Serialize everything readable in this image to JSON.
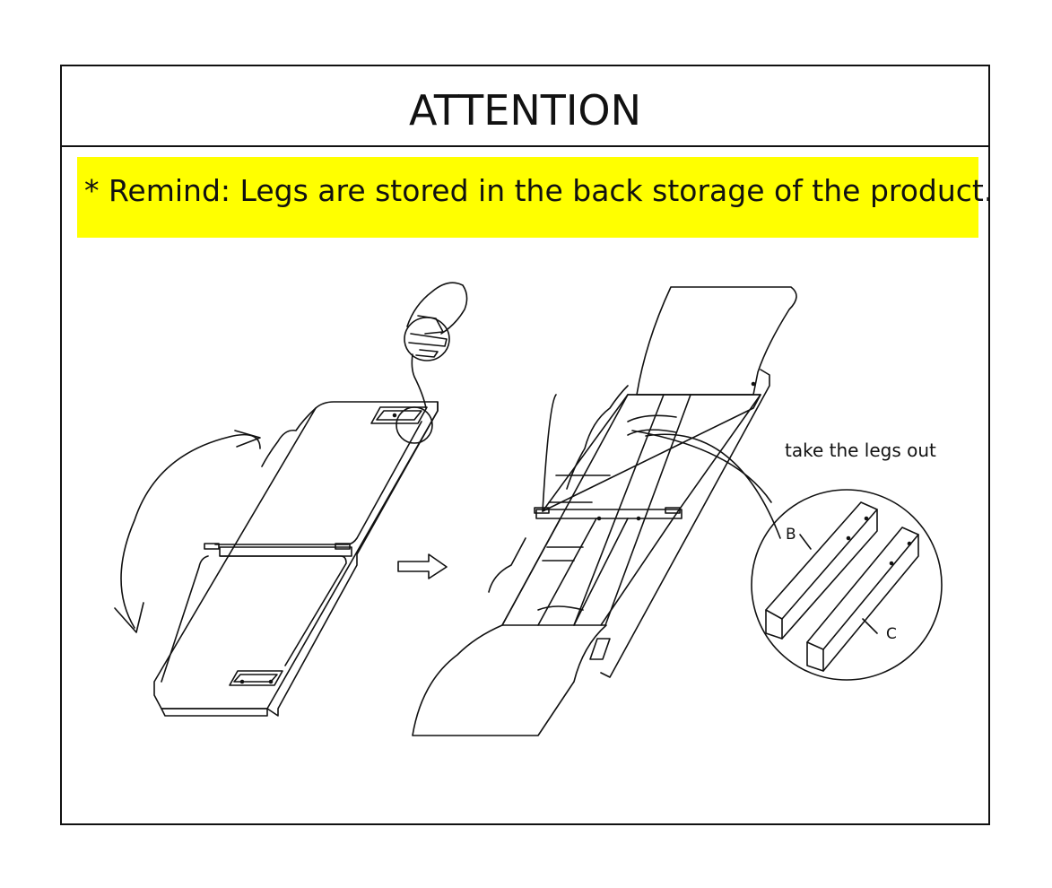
{
  "header": {
    "title": "ATTENTION"
  },
  "reminder": {
    "text": "* Remind: Legs are stored in the back storage of the product.",
    "highlight_color": "#ffff00"
  },
  "callout": {
    "text": "take the legs out"
  },
  "parts": {
    "b": "B",
    "c": "C"
  }
}
